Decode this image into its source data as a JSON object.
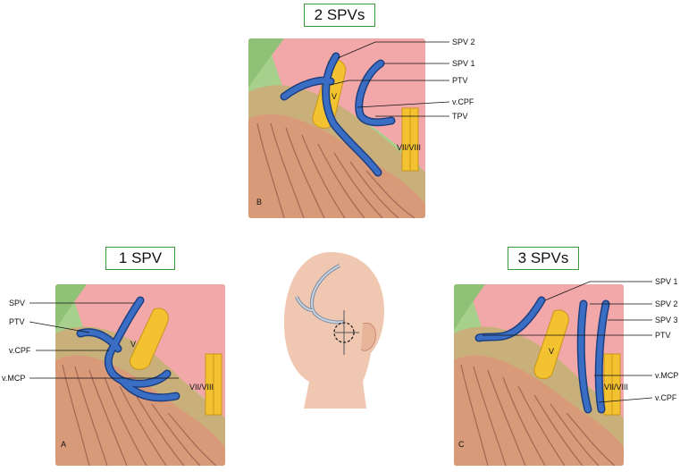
{
  "panels": {
    "top": {
      "title": "2 SPVs",
      "letter": "B",
      "nerve_v": "V",
      "nerve_vii": "VII/VIII",
      "labels": [
        "SPV 2",
        "SPV 1",
        "PTV",
        "v.CPF",
        "TPV"
      ]
    },
    "left": {
      "title": "1 SPV",
      "letter": "A",
      "nerve_v": "V",
      "nerve_vii": "VII/VIII",
      "labels": [
        "SPV",
        "PTV",
        "v.CPF",
        "v.MCP"
      ]
    },
    "right": {
      "title": "3 SPVs",
      "letter": "C",
      "nerve_v": "V",
      "nerve_vii": "VII/VIII",
      "labels": [
        "SPV 1",
        "SPV 2",
        "SPV 3",
        "PTV",
        "v.MCP",
        "v.CPF"
      ]
    }
  },
  "colors": {
    "frame_green": "#3a9a3a",
    "vein_blue": "#2f5fb0",
    "nerve_yellow": "#f2c230",
    "brainstem_tan": "#c9b07a",
    "cerebellum": "#d99a7a",
    "tentorium_pink": "#f2a8a8",
    "background_green": "#a8d08d"
  }
}
